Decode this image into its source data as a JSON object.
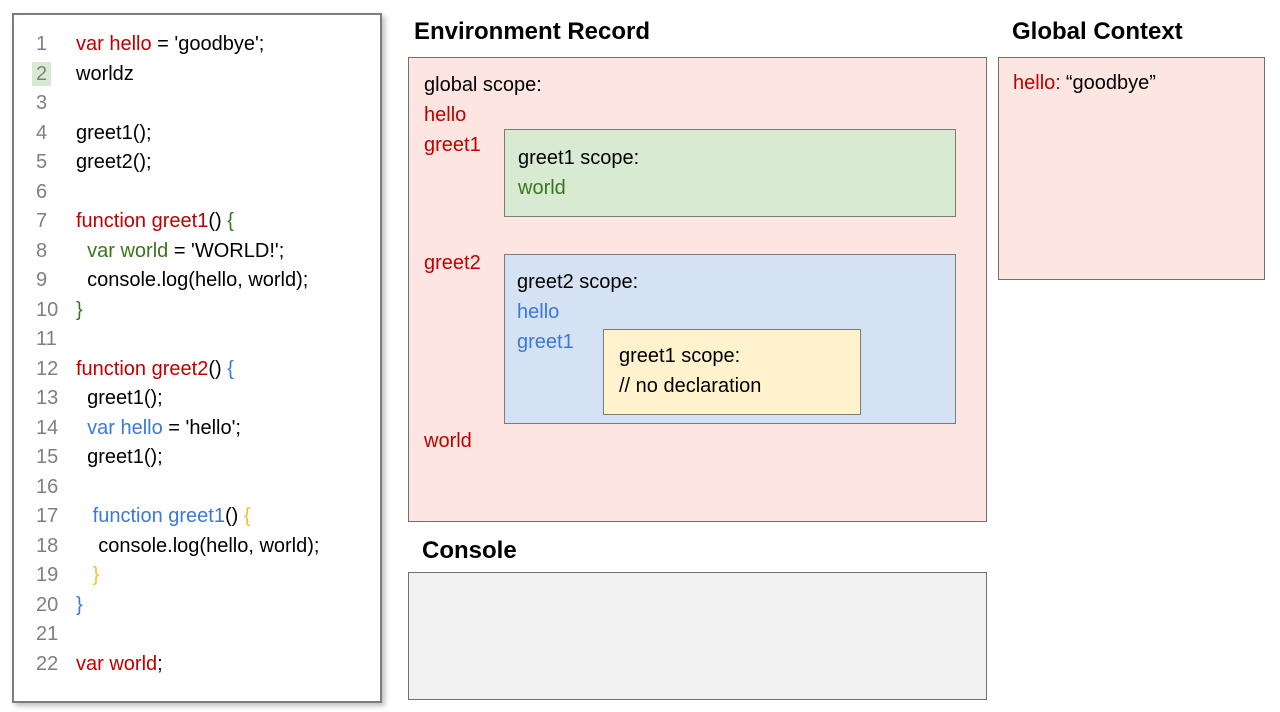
{
  "palette": {
    "code_red": "#c00000",
    "code_green": "#38761d",
    "code_blue": "#3c78d8",
    "code_yellow": "#f1c232",
    "line_number_gray": "#7f7f7f",
    "pink_bg": "#fde6e2",
    "green_bg": "#d9ead3",
    "blue_bg": "#d5e2f4",
    "yellow_bg": "#fff2cc",
    "console_bg": "#f1f1f1"
  },
  "code_panel": {
    "lines": [
      {
        "num": "1",
        "highlight": false,
        "segments": [
          {
            "t": "var hello",
            "c": "red"
          },
          {
            "t": " = 'goodbye';",
            "c": "black"
          }
        ]
      },
      {
        "num": "2",
        "highlight": true,
        "segments": [
          {
            "t": "worldz",
            "c": "black"
          }
        ]
      },
      {
        "num": "3",
        "highlight": false,
        "segments": []
      },
      {
        "num": "4",
        "highlight": false,
        "segments": [
          {
            "t": "greet1();",
            "c": "black"
          }
        ]
      },
      {
        "num": "5",
        "highlight": false,
        "segments": [
          {
            "t": "greet2();",
            "c": "black"
          }
        ]
      },
      {
        "num": "6",
        "highlight": false,
        "segments": []
      },
      {
        "num": "7",
        "highlight": false,
        "segments": [
          {
            "t": "function greet1",
            "c": "red"
          },
          {
            "t": "() ",
            "c": "black"
          },
          {
            "t": "{",
            "c": "green"
          }
        ]
      },
      {
        "num": "8",
        "highlight": false,
        "segments": [
          {
            "t": "  ",
            "c": "black"
          },
          {
            "t": "var world",
            "c": "green"
          },
          {
            "t": " = 'WORLD!';",
            "c": "black"
          }
        ]
      },
      {
        "num": "9",
        "highlight": false,
        "segments": [
          {
            "t": "  console.log(hello, world);",
            "c": "black"
          }
        ]
      },
      {
        "num": "10",
        "highlight": false,
        "segments": [
          {
            "t": "}",
            "c": "green"
          }
        ]
      },
      {
        "num": "11",
        "highlight": false,
        "segments": []
      },
      {
        "num": "12",
        "highlight": false,
        "segments": [
          {
            "t": "function greet2",
            "c": "red"
          },
          {
            "t": "() ",
            "c": "black"
          },
          {
            "t": "{",
            "c": "blue"
          }
        ]
      },
      {
        "num": "13",
        "highlight": false,
        "segments": [
          {
            "t": "  greet1();",
            "c": "black"
          }
        ]
      },
      {
        "num": "14",
        "highlight": false,
        "segments": [
          {
            "t": "  ",
            "c": "black"
          },
          {
            "t": "var hello",
            "c": "blue"
          },
          {
            "t": " = 'hello';",
            "c": "black"
          }
        ]
      },
      {
        "num": "15",
        "highlight": false,
        "segments": [
          {
            "t": "  greet1();",
            "c": "black"
          }
        ]
      },
      {
        "num": "16",
        "highlight": false,
        "segments": []
      },
      {
        "num": "17",
        "highlight": false,
        "segments": [
          {
            "t": "   ",
            "c": "black"
          },
          {
            "t": "function greet1",
            "c": "blue"
          },
          {
            "t": "() ",
            "c": "black"
          },
          {
            "t": "{",
            "c": "yellow"
          }
        ]
      },
      {
        "num": "18",
        "highlight": false,
        "segments": [
          {
            "t": "    console.log(hello, world);",
            "c": "black"
          }
        ]
      },
      {
        "num": "19",
        "highlight": false,
        "segments": [
          {
            "t": "   ",
            "c": "black"
          },
          {
            "t": "}",
            "c": "yellow"
          }
        ]
      },
      {
        "num": "20",
        "highlight": false,
        "segments": [
          {
            "t": "}",
            "c": "blue"
          }
        ]
      },
      {
        "num": "21",
        "highlight": false,
        "segments": []
      },
      {
        "num": "22",
        "highlight": false,
        "segments": [
          {
            "t": "var world",
            "c": "red"
          },
          {
            "t": ";",
            "c": "black"
          }
        ]
      }
    ]
  },
  "environment_record": {
    "title": "Environment Record",
    "global_scope_label": "global scope:",
    "var_hello": "hello",
    "var_greet1": "greet1",
    "var_greet2": "greet2",
    "var_world": "world",
    "greet1_scope": {
      "label": "greet1 scope:",
      "var_world": "world"
    },
    "greet2_scope": {
      "label": "greet2 scope:",
      "var_hello": "hello",
      "var_greet1": "greet1",
      "inner_greet1_scope": {
        "label": "greet1 scope:",
        "comment": "// no declaration"
      }
    }
  },
  "global_context": {
    "title": "Global Context",
    "entry_key": "hello:",
    "entry_value": "“goodbye”"
  },
  "console_panel": {
    "title": "Console"
  }
}
